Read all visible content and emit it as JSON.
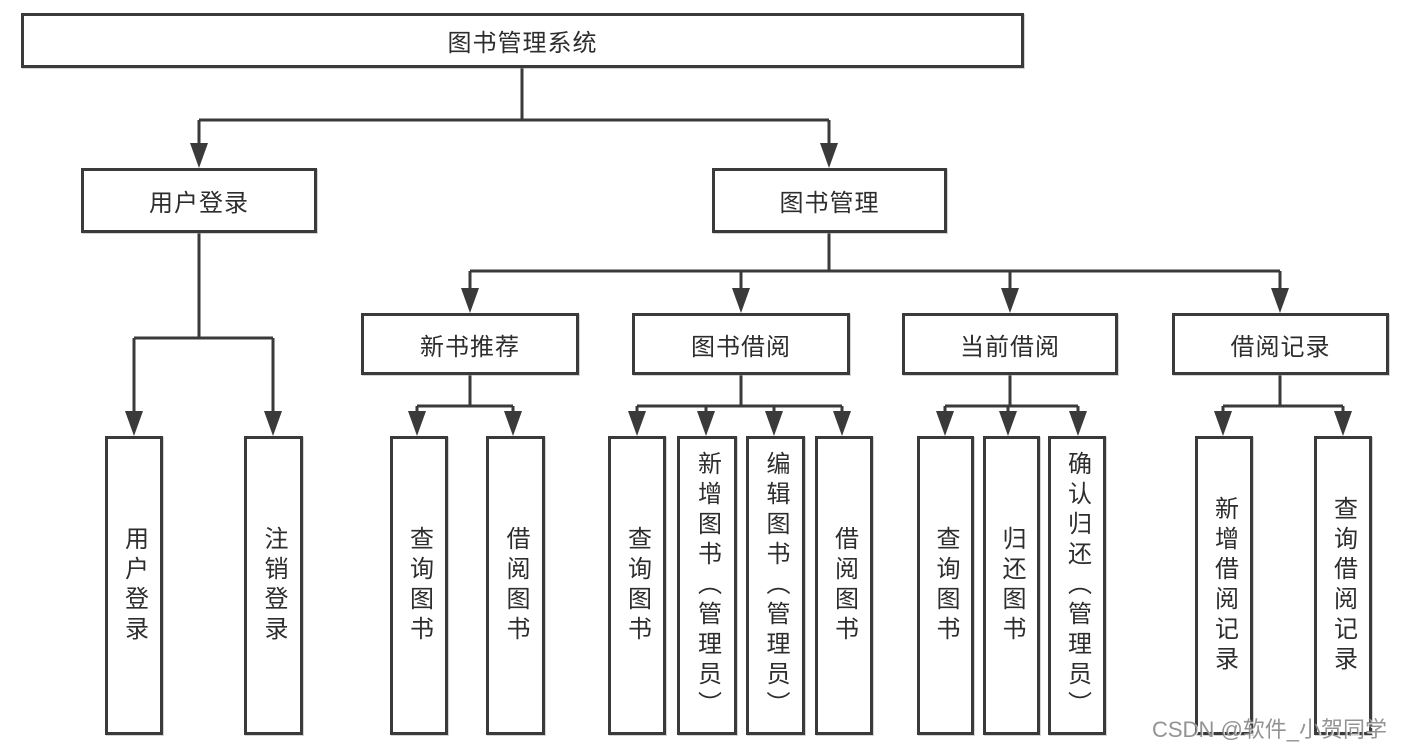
{
  "colors": {
    "line": "#3a3a3a",
    "box_border": "#3a3a3a",
    "text": "#2d2d2d",
    "watermark": "#9f9f9f",
    "background": "#ffffff"
  },
  "diagram": {
    "root": {
      "label": "图书管理系统"
    },
    "branches": [
      {
        "label": "用户登录",
        "children": [
          "用户登录",
          "注销登录"
        ]
      },
      {
        "label": "图书管理",
        "children": [
          {
            "label": "新书推荐",
            "children": [
              "查询图书",
              "借阅图书"
            ]
          },
          {
            "label": "图书借阅",
            "children": [
              "查询图书",
              "新增图书（管理员）",
              "编辑图书（管理员）",
              "借阅图书"
            ]
          },
          {
            "label": "当前借阅",
            "children": [
              "查询图书",
              "归还图书",
              "确认归还（管理员）"
            ]
          },
          {
            "label": "借阅记录",
            "children": [
              "新增借阅记录",
              "查询借阅记录"
            ]
          }
        ]
      }
    ]
  },
  "watermark": {
    "text": "CSDN @软件_小贺同学"
  }
}
